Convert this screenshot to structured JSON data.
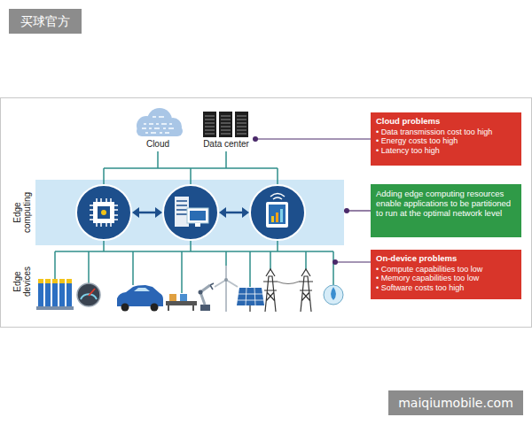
{
  "diagram": {
    "nodes": [
      {
        "text": [
          "Cloud problems",
          "• Data transmission cost too high",
          "• Energy costs too high",
          "• Latency too high"
        ]
      },
      {
        "text": [
          "Edge computing"
        ]
      },
      {
        "text": [
          "Adding edge computing resources enable applications to be partitioned to run at the optimal network level"
        ]
      },
      {
        "text": [
          "On-device problems",
          "• Compute capabilities too low",
          "• Memory capabilities too low",
          "• Software costs too high"
        ]
      }
    ],
    "edges": [
      {
        "from": 1,
        "to": 2,
        "arrow": "none"
      }
    ],
    "labels": [
      "买球官方",
      "Cloud",
      "Data center",
      "Edge devices",
      "maiqiumobile.com"
    ]
  }
}
